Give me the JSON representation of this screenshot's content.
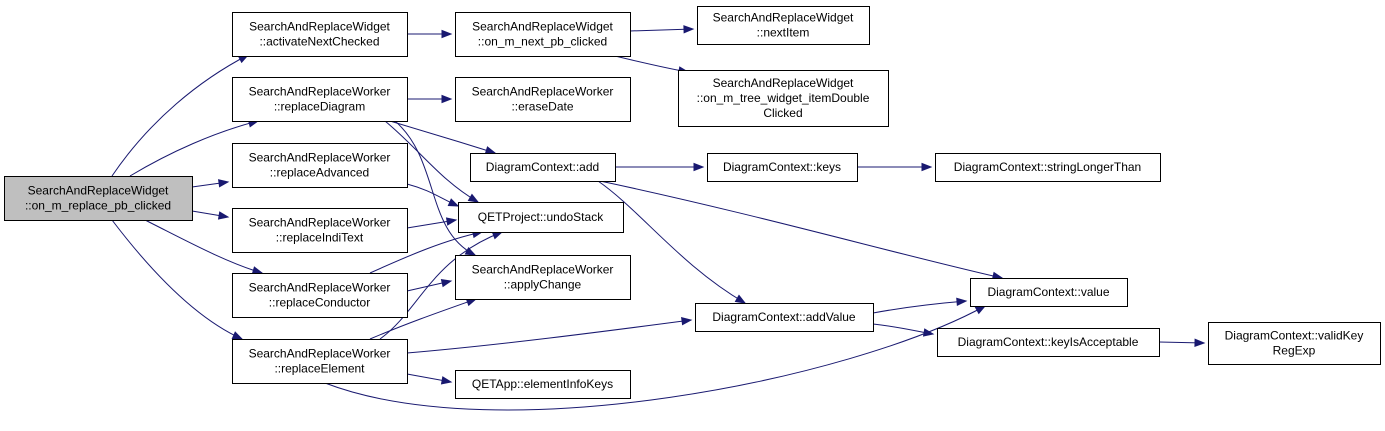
{
  "nodes": {
    "root": {
      "lines": [
        "SearchAndReplaceWidget",
        "::on_m_replace_pb_clicked"
      ],
      "highlighted": true
    },
    "activateNextChecked": {
      "lines": [
        "SearchAndReplaceWidget",
        "::activateNextChecked"
      ]
    },
    "replaceDiagram": {
      "lines": [
        "SearchAndReplaceWorker",
        "::replaceDiagram"
      ]
    },
    "replaceAdvanced": {
      "lines": [
        "SearchAndReplaceWorker",
        "::replaceAdvanced"
      ]
    },
    "replaceIndiText": {
      "lines": [
        "SearchAndReplaceWorker",
        "::replaceIndiText"
      ]
    },
    "replaceConductor": {
      "lines": [
        "SearchAndReplaceWorker",
        "::replaceConductor"
      ]
    },
    "replaceElement": {
      "lines": [
        "SearchAndReplaceWorker",
        "::replaceElement"
      ]
    },
    "onNextPbClicked": {
      "lines": [
        "SearchAndReplaceWidget",
        "::on_m_next_pb_clicked"
      ]
    },
    "eraseDate": {
      "lines": [
        "SearchAndReplaceWorker",
        "::eraseDate"
      ]
    },
    "dcAdd": {
      "lines": [
        "DiagramContext::add"
      ]
    },
    "undoStack": {
      "lines": [
        "QETProject::undoStack"
      ]
    },
    "applyChange": {
      "lines": [
        "SearchAndReplaceWorker",
        "::applyChange"
      ]
    },
    "elementInfoKeys": {
      "lines": [
        "QETApp::elementInfoKeys"
      ]
    },
    "nextItem": {
      "lines": [
        "SearchAndReplaceWidget",
        "::nextItem"
      ]
    },
    "treeItemDoubleClicked": {
      "lines": [
        "SearchAndReplaceWidget",
        "::on_m_tree_widget_itemDouble",
        "Clicked"
      ]
    },
    "dcKeys": {
      "lines": [
        "DiagramContext::keys"
      ]
    },
    "dcAddValue": {
      "lines": [
        "DiagramContext::addValue"
      ]
    },
    "dcStringLongerThan": {
      "lines": [
        "DiagramContext::stringLongerThan"
      ]
    },
    "dcValue": {
      "lines": [
        "DiagramContext::value"
      ]
    },
    "dcKeyIsAcceptable": {
      "lines": [
        "DiagramContext::keyIsAcceptable"
      ]
    },
    "dcValidKeyRegExp": {
      "lines": [
        "DiagramContext::validKey",
        "RegExp"
      ]
    }
  },
  "edges": [
    [
      "root",
      "activateNextChecked"
    ],
    [
      "root",
      "replaceDiagram"
    ],
    [
      "root",
      "replaceAdvanced"
    ],
    [
      "root",
      "replaceIndiText"
    ],
    [
      "root",
      "replaceConductor"
    ],
    [
      "root",
      "replaceElement"
    ],
    [
      "activateNextChecked",
      "onNextPbClicked"
    ],
    [
      "onNextPbClicked",
      "nextItem"
    ],
    [
      "onNextPbClicked",
      "treeItemDoubleClicked"
    ],
    [
      "replaceDiagram",
      "eraseDate"
    ],
    [
      "replaceDiagram",
      "dcAdd"
    ],
    [
      "replaceDiagram",
      "undoStack"
    ],
    [
      "replaceDiagram",
      "applyChange"
    ],
    [
      "replaceAdvanced",
      "undoStack"
    ],
    [
      "replaceIndiText",
      "undoStack"
    ],
    [
      "replaceConductor",
      "undoStack"
    ],
    [
      "replaceConductor",
      "applyChange"
    ],
    [
      "replaceElement",
      "undoStack"
    ],
    [
      "replaceElement",
      "applyChange"
    ],
    [
      "replaceElement",
      "elementInfoKeys"
    ],
    [
      "replaceElement",
      "dcAddValue"
    ],
    [
      "replaceElement",
      "dcValue"
    ],
    [
      "dcAdd",
      "dcKeys"
    ],
    [
      "dcAdd",
      "dcValue"
    ],
    [
      "dcAdd",
      "dcAddValue"
    ],
    [
      "dcKeys",
      "dcStringLongerThan"
    ],
    [
      "dcAddValue",
      "dcValue"
    ],
    [
      "dcAddValue",
      "dcKeyIsAcceptable"
    ],
    [
      "dcKeyIsAcceptable",
      "dcValidKeyRegExp"
    ]
  ],
  "colors": {
    "edge": "#191970",
    "node_border": "#000000",
    "root_fill": "#bfbfbf",
    "node_fill": "#ffffff"
  }
}
